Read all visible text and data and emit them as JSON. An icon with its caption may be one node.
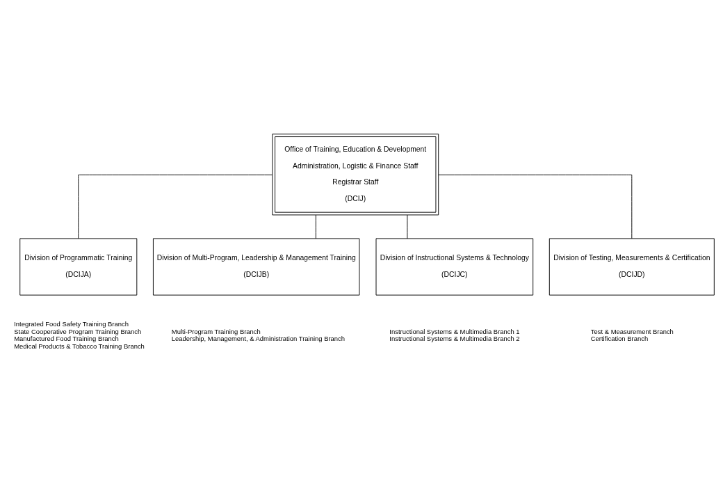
{
  "diagram": {
    "nodes": [
      {
        "text": [
          "Office of Training, Education & Development",
          "Administration, Logistic & Finance Staff",
          "Registrar Staff",
          "(DCIJ)"
        ]
      },
      {
        "text": [
          "Division of Programmatic Training",
          "(DCIJA)"
        ],
        "beside": [
          "Integrated Food Safety Training Branch",
          "State Cooperative Program Training Branch",
          "Manufactured Food Training Branch",
          "Medical Products & Tobacco Training Branch"
        ]
      },
      {
        "text": [
          "Division of Multi-Program, Leadership & Management Training",
          "(DCIJB)"
        ],
        "beside": [
          "Multi-Program Training Branch",
          "Leadership, Management, & Administration Training Branch"
        ]
      },
      {
        "text": [
          "Division of Instructional Systems & Technology",
          "(DCIJC)"
        ],
        "beside": [
          "Instructional Systems & Multimedia Branch 1",
          "Instructional Systems & Multimedia Branch 2"
        ]
      },
      {
        "text": [
          "Division of Testing, Measurements & Certification",
          "(DCIJD)"
        ],
        "beside": [
          "Test & Measurement Branch",
          "Certification Branch"
        ]
      }
    ],
    "edges": [
      {
        "from": 0,
        "to": 1,
        "arrow": "none"
      },
      {
        "from": 0,
        "to": 2,
        "arrow": "none"
      },
      {
        "from": 0,
        "to": 3,
        "arrow": "none"
      },
      {
        "from": 0,
        "to": 4,
        "arrow": "none"
      }
    ]
  }
}
